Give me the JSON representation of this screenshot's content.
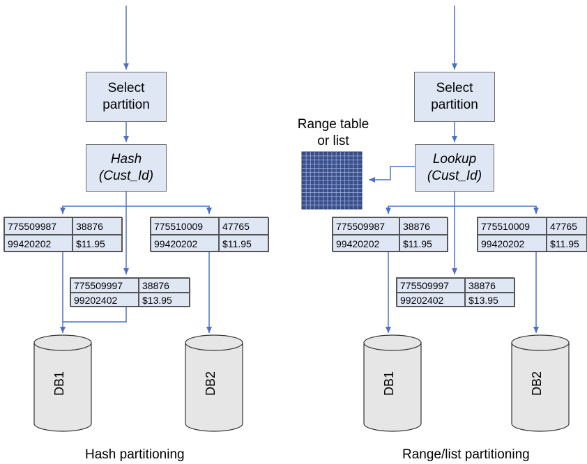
{
  "left": {
    "select_box": [
      "Select",
      "partition"
    ],
    "func_box": [
      "Hash",
      "(Cust_Id)"
    ],
    "records": [
      [
        [
          "775509987",
          "38876"
        ],
        [
          "99420202",
          "$11.95"
        ]
      ],
      [
        [
          "775510009",
          "47765"
        ],
        [
          "99420202",
          "$11.95"
        ]
      ],
      [
        [
          "775509997",
          "38876"
        ],
        [
          "99202402",
          "$13.95"
        ]
      ]
    ],
    "db1": "DB1",
    "db2": "DB2",
    "caption": "Hash partitioning"
  },
  "right": {
    "select_box": [
      "Select",
      "partition"
    ],
    "func_box": [
      "Lookup",
      "(Cust_Id)"
    ],
    "range_table_label": [
      "Range table",
      "or list"
    ],
    "records": [
      [
        [
          "775509987",
          "38876"
        ],
        [
          "99420202",
          "$11.95"
        ]
      ],
      [
        [
          "775510009",
          "47765"
        ],
        [
          "99420202",
          "$11.95"
        ]
      ],
      [
        [
          "775509997",
          "38876"
        ],
        [
          "99202402",
          "$13.95"
        ]
      ]
    ],
    "db1": "DB1",
    "db2": "DB2",
    "caption": "Range/list partitioning"
  },
  "colors": {
    "arrow": "#4a72c0",
    "box_fill": "#dfe6f4",
    "grid_fill": "#3a4f8a",
    "cylinder_fill": "#e6e6e6"
  }
}
